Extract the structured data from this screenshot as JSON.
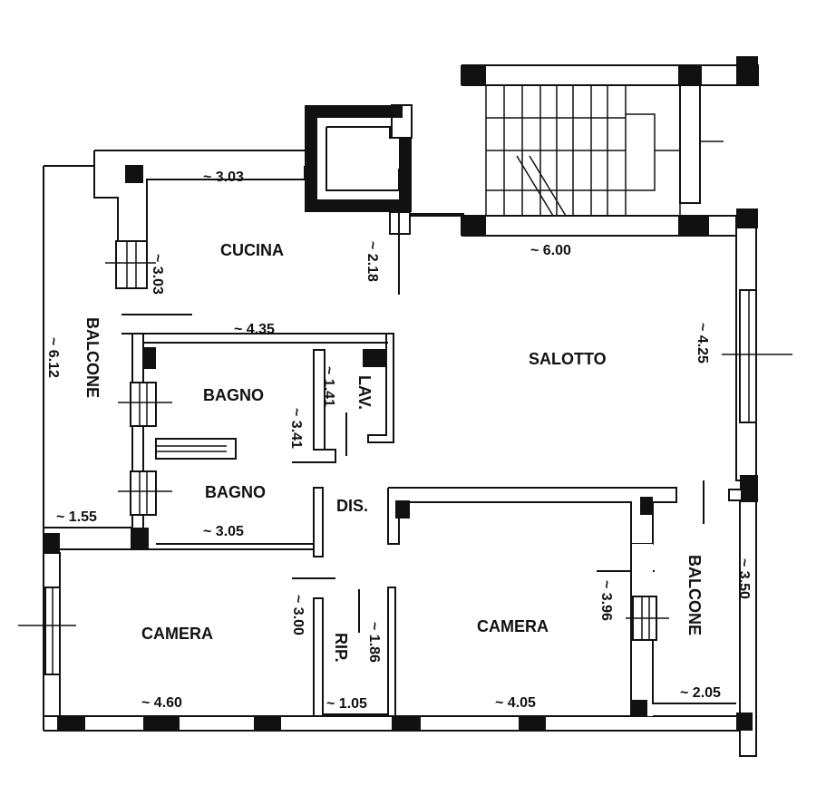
{
  "rooms": {
    "cucina": "CUCINA",
    "salotto": "SALOTTO",
    "bagno_1": "BAGNO",
    "bagno_2": "BAGNO",
    "lav": "LAV.",
    "dis": "DIS.",
    "rip": "RIP.",
    "camera_left": "CAMERA",
    "camera_right": "CAMERA",
    "balcone_left": "BALCONE",
    "balcone_right": "BALCONE"
  },
  "dimensions": {
    "cucina_width": "~ 3.03",
    "cucina_depth": "~ 3.03",
    "cucina_inner": "~ 2.18",
    "salotto_width": "~ 6.00",
    "salotto_depth": "~ 4.25",
    "balcone_left_length": "~ 6.12",
    "bagno_width": "~ 4.35",
    "lav_depth": "~ 1.41",
    "bagno_depth": "~ 3.41",
    "bagno_lower_width": "~ 3.05",
    "balcone_left_width": "~ 1.55",
    "camera_left_depth": "~ 3.00",
    "camera_left_width": "~ 4.60",
    "rip_depth": "~ 1.86",
    "rip_width": "~ 1.05",
    "camera_right_width": "~ 4.05",
    "camera_right_depth": "~ 3.96",
    "balcone_right_length": "~ 3.50",
    "balcone_right_width": "~ 2.05"
  }
}
